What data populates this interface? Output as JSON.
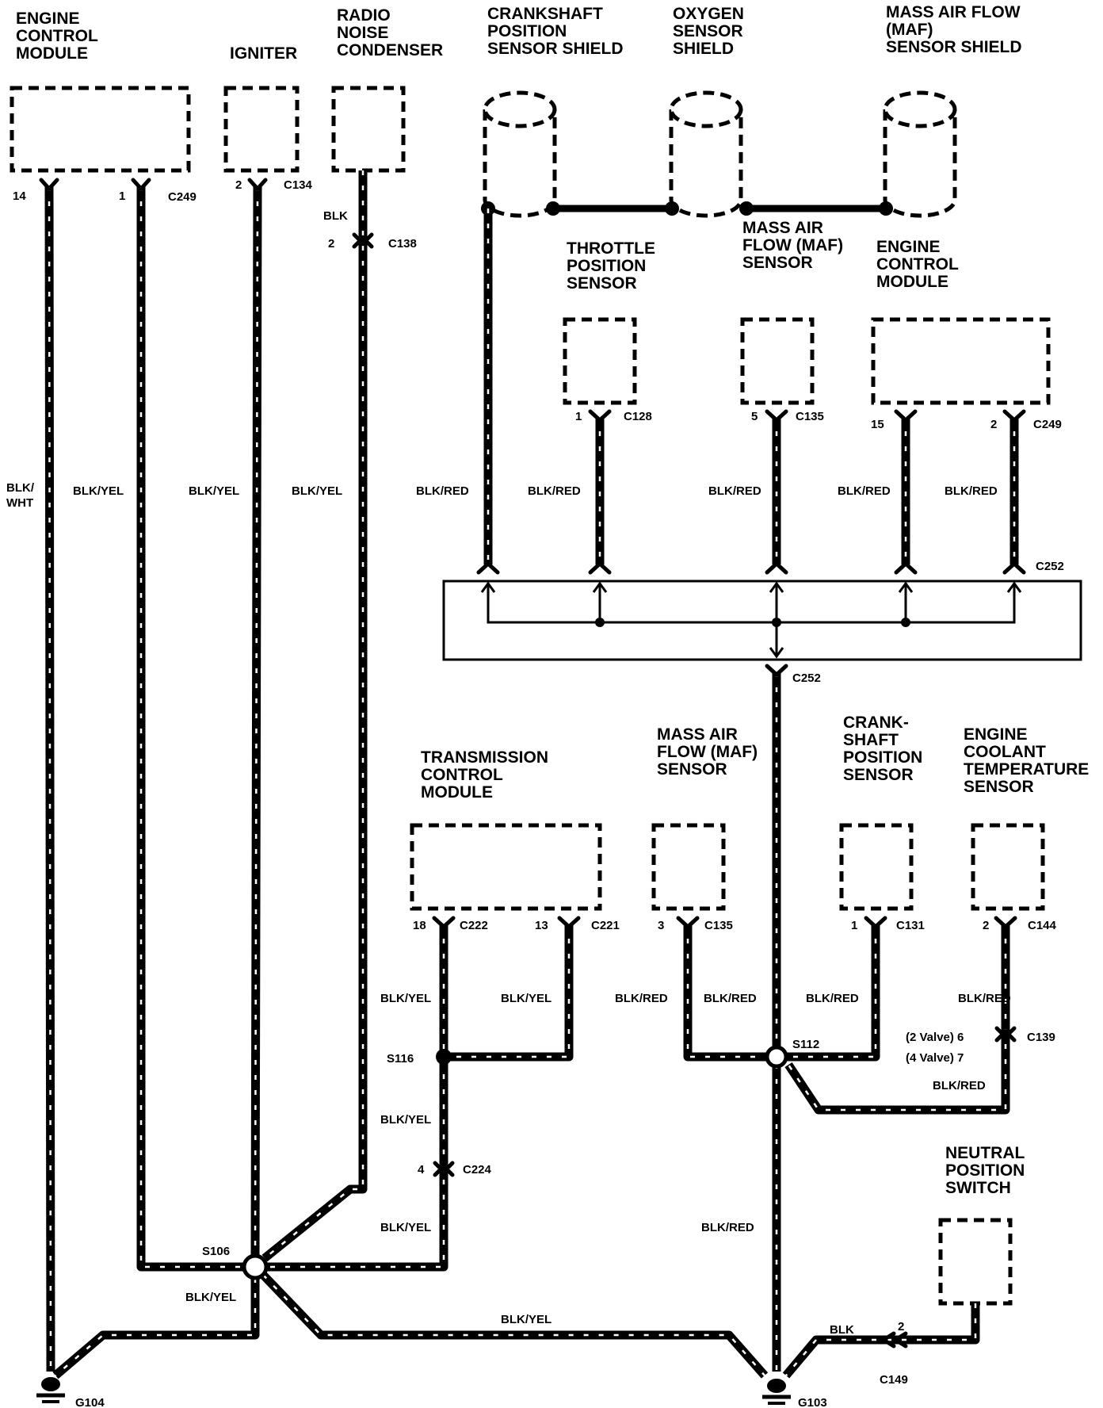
{
  "components": {
    "ecm_top": "ENGINE\nCONTROL\nMODULE",
    "igniter": "IGNITER",
    "radio_noise_condenser": "RADIO\nNOISE\nCONDENSER",
    "crankshaft_shield": "CRANKSHAFT\nPOSITION\nSENSOR SHIELD",
    "oxygen_shield": "OXYGEN\nSENSOR\nSHIELD",
    "maf_shield": "MASS AIR FLOW\n(MAF)\nSENSOR SHIELD",
    "throttle_position_sensor": "THROTTLE\nPOSITION\nSENSOR",
    "maf_sensor_upper": "MASS AIR\nFLOW (MAF)\nSENSOR",
    "ecm_right": "ENGINE\nCONTROL\nMODULE",
    "tcm": "TRANSMISSION\nCONTROL\nMODULE",
    "maf_sensor_lower": "MASS AIR\nFLOW (MAF)\nSENSOR",
    "crankshaft_position_sensor": "CRANK-\nSHAFT\nPOSITION\nSENSOR",
    "ect_sensor": "ENGINE\nCOOLANT\nTEMPERATURE\nSENSOR",
    "neutral_position_switch": "NEUTRAL\nPOSITION\nSWITCH"
  },
  "pins": {
    "ecm_14": "14",
    "ecm_1": "1",
    "c249_top": "C249",
    "igniter_2": "2",
    "c134": "C134",
    "c138_blk": "BLK",
    "c138_2": "2",
    "c138": "C138",
    "tps_1": "1",
    "c128": "C128",
    "maf_5": "5",
    "c135_top": "C135",
    "ecm_15": "15",
    "ecm_2": "2",
    "c249_right": "C249",
    "c252_top": "C252",
    "c252_bottom": "C252",
    "tcm_18": "18",
    "c222": "C222",
    "tcm_13": "13",
    "c221": "C221",
    "maf_3": "3",
    "c135_bottom": "C135",
    "ckp_1": "1",
    "c131": "C131",
    "ect_2": "2",
    "c144": "C144",
    "c139_2valve": "(2 Valve) 6",
    "c139_4valve": "(4 Valve) 7",
    "c139": "C139",
    "c224_4": "4",
    "c224": "C224",
    "c149_2": "2",
    "c149": "C149",
    "c149_blk": "BLK"
  },
  "splices": {
    "s106": "S106",
    "s116": "S116",
    "s112": "S112"
  },
  "grounds": {
    "g104": "G104",
    "g103": "G103"
  },
  "wires": {
    "blk_wht": "BLK/\nWHT",
    "blk_yel": "BLK/YEL",
    "blk_red": "BLK/RED",
    "blk": "BLK"
  }
}
